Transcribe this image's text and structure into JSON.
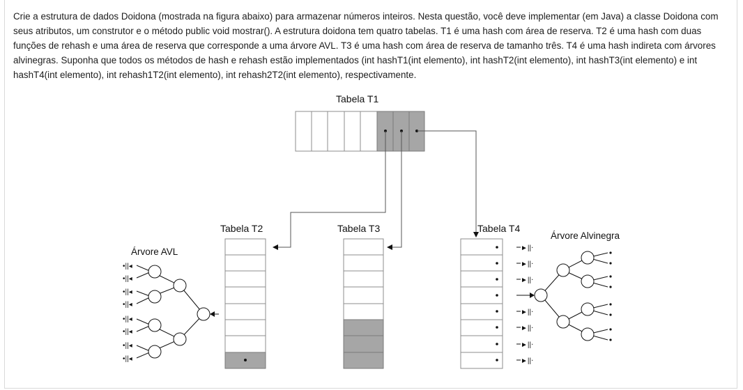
{
  "question": {
    "text": "Crie a estrutura de dados Doidona (mostrada na figura abaixo) para armazenar números inteiros. Nesta questão, você deve implementar (em Java) a classe Doidona com seus atributos, um construtor e o método public void mostrar(). A estrutura doidona tem quatro tabelas. T1 é uma hash com área de reserva. T2 é uma hash com duas funções de rehash e uma área de reserva que corresponde a uma árvore AVL. T3 é uma hash com área de reserva de tamanho três. T4 é uma hash indireta com árvores alvinegras. Suponha que todos os métodos de hash e rehash estão implementados (int hashT1(int elemento), int hashT2(int elemento), int hashT3(int elemento) e int hashT4(int elemento), int rehash1T2(int elemento), int rehash2T2(int elemento), respectivamente."
  },
  "diagram": {
    "labels": {
      "t1": "Tabela T1",
      "t2": "Tabela T2",
      "t3": "Tabela T3",
      "t4": "Tabela T4",
      "avl": "Árvore AVL",
      "rb": "Árvore Alvinegra"
    },
    "colors": {
      "reserve": "#a6a6a6",
      "line": "#111111",
      "cell_border": "#8c8c8c"
    }
  }
}
